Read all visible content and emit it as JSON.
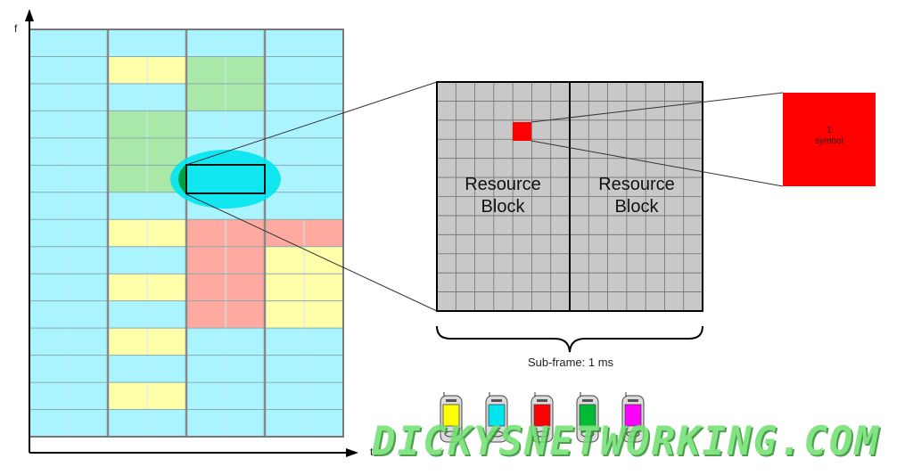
{
  "axes": {
    "y_label": "f",
    "x_label": "t"
  },
  "resource_block": {
    "label": "Resource\nBlock",
    "count": 2
  },
  "symbol": {
    "label": "1\nsymbol",
    "color": "#ff0000"
  },
  "subframe_label": "Sub-frame: 1 ms",
  "devices": [
    {
      "name": "phone-yellow-icon",
      "color": "#ffff00"
    },
    {
      "name": "phone-cyan-icon",
      "color": "#00e5ee"
    },
    {
      "name": "phone-red-icon",
      "color": "#ff0000"
    },
    {
      "name": "phone-green-icon",
      "color": "#00bb33"
    },
    {
      "name": "phone-magenta-icon",
      "color": "#ff00ff"
    }
  ],
  "grid": {
    "columns": 4,
    "rows": 15,
    "base_color": "#aaf4ff",
    "allocations": [
      {
        "col": 1,
        "rows": [
          1
        ],
        "color": "#ffffaa"
      },
      {
        "col": 2,
        "rows": [
          1,
          2
        ],
        "color": "#aae8aa"
      },
      {
        "col": 1,
        "rows": [
          3,
          4,
          5
        ],
        "color": "#aae8aa"
      },
      {
        "col": 1,
        "rows": [
          7
        ],
        "color": "#ffffaa"
      },
      {
        "col": 2,
        "rows": [
          7,
          8,
          9,
          10
        ],
        "color": "#ffaaa0"
      },
      {
        "col": 3,
        "rows": [
          7
        ],
        "color": "#ffaaa0"
      },
      {
        "col": 3,
        "rows": [
          8,
          9,
          10
        ],
        "color": "#ffffaa"
      },
      {
        "col": 1,
        "rows": [
          9
        ],
        "color": "#ffffaa"
      },
      {
        "col": 1,
        "rows": [
          11
        ],
        "color": "#ffffaa"
      },
      {
        "col": 1,
        "rows": [
          13
        ],
        "color": "#ffffaa"
      }
    ],
    "highlight_color": "#00e5ee"
  },
  "colors": {
    "rb_fill": "#c8c8c8",
    "zoom_line": "#333333"
  },
  "watermark": "DICKYSNETWORKING.COM"
}
